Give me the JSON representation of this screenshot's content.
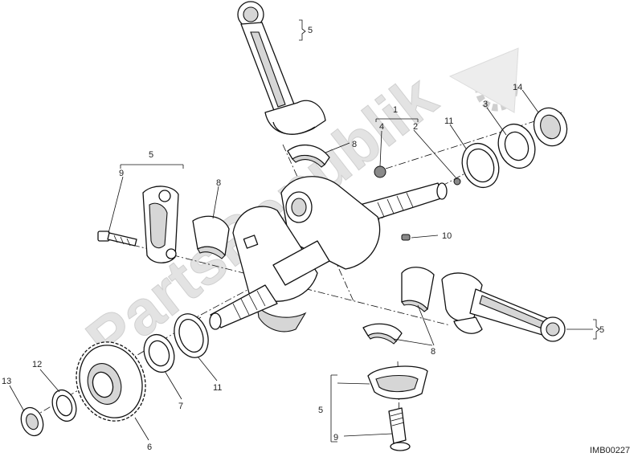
{
  "watermark": {
    "text": "PartsRepublik",
    "color": "#d9d9d9"
  },
  "drawing_code": "IMB00227",
  "callouts": {
    "c1": "1",
    "c2": "2",
    "c3": "3",
    "c4": "4",
    "c5_top": "5",
    "c5_left": "5",
    "c5_right": "5",
    "c5_bottom": "5",
    "c6": "6",
    "c7": "7",
    "c8_top": "8",
    "c8_left": "8",
    "c8_bottom": "8",
    "c9_left": "9",
    "c9_bottom": "9",
    "c10": "10",
    "c11_right": "11",
    "c11_left": "11",
    "c12": "12",
    "c13": "13",
    "c14": "14"
  }
}
